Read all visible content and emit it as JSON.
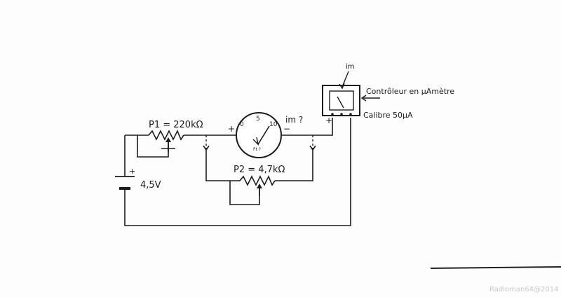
{
  "labels": {
    "p1": "P1 = 220kΩ",
    "p2": "P2 = 4,7kΩ",
    "battery": "4,5V",
    "im_question": "im ?",
    "meter_top": "im",
    "controleur": "Contrôleur en µAmètre",
    "calibre": "Calibre 50µA",
    "dial_0": "0",
    "dial_5": "5",
    "dial_10": "10",
    "dial_unit": "Ft ?",
    "plus": "+",
    "minus": "−"
  },
  "watermark": "Radioman64@2014"
}
